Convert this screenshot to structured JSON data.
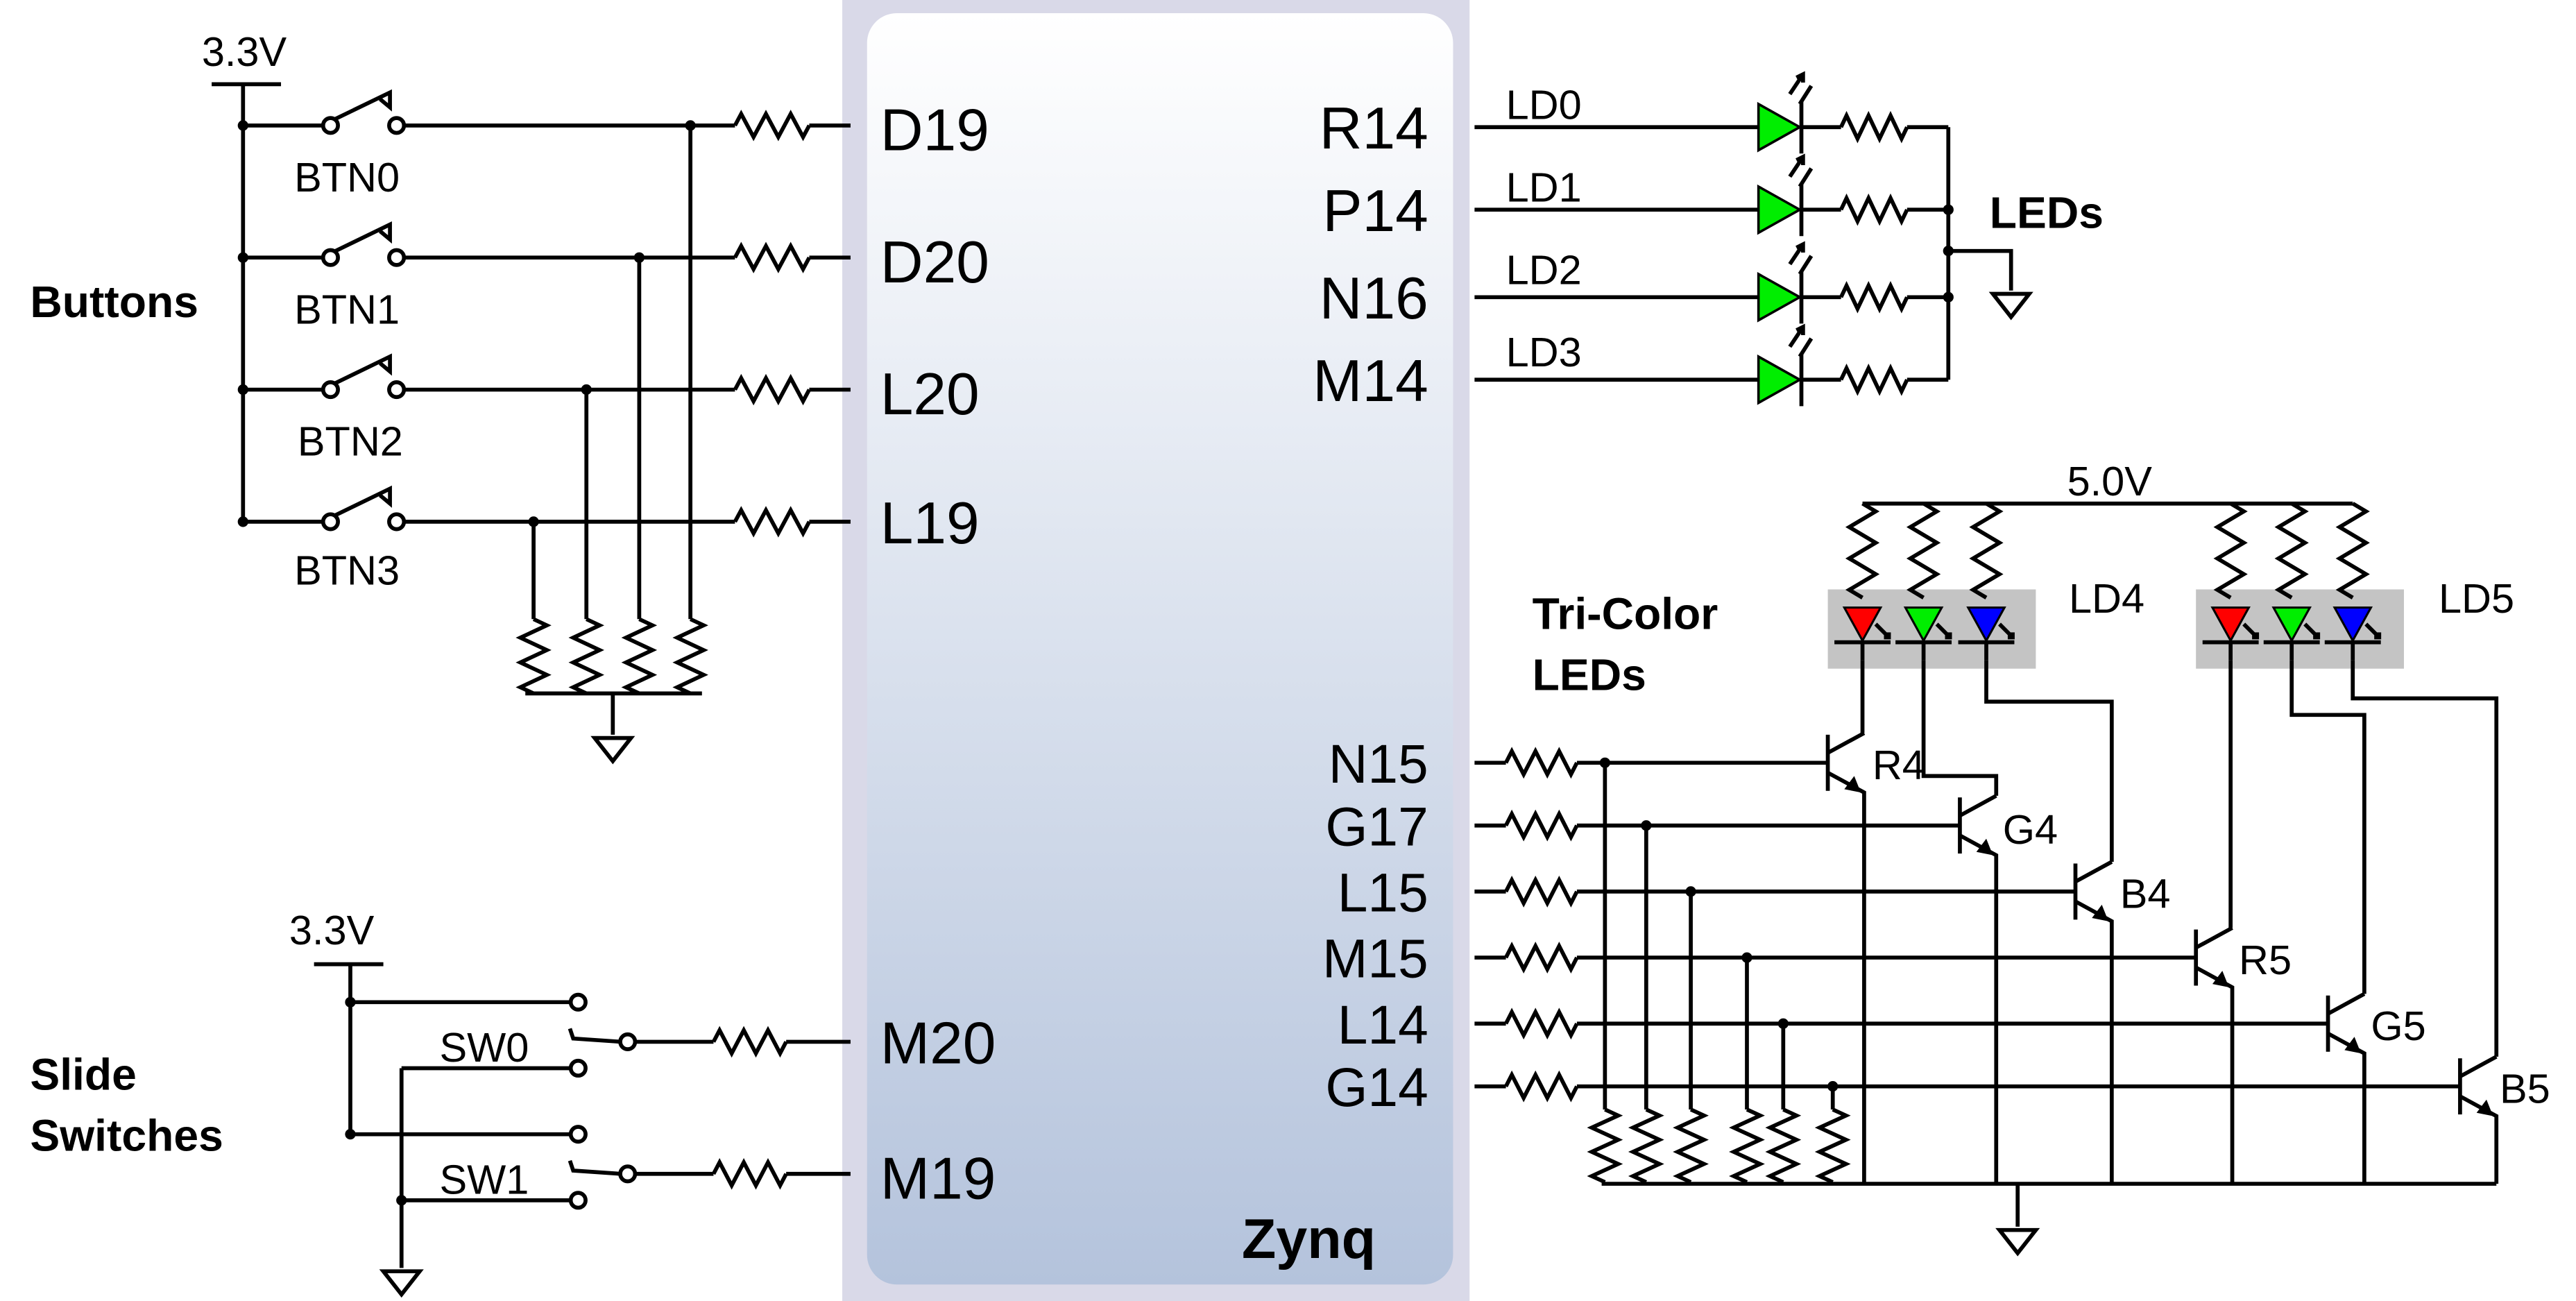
{
  "colors": {
    "led_green": "#00ee00",
    "led_red": "#ff0000",
    "led_blue": "#0000ff",
    "led_box": "#c4c4c4",
    "chip_outer": "#d9d9e8",
    "chip_top": "#ffffff",
    "chip_bottom": "#b4c3dc"
  },
  "chip": {
    "name": "Zynq"
  },
  "buttons": {
    "title": "Buttons",
    "supply": "3.3V",
    "items": [
      {
        "label": "BTN0",
        "pin": "D19"
      },
      {
        "label": "BTN1",
        "pin": "D20"
      },
      {
        "label": "BTN2",
        "pin": "L20"
      },
      {
        "label": "BTN3",
        "pin": "L19"
      }
    ]
  },
  "switches": {
    "title_line1": "Slide",
    "title_line2": "Switches",
    "supply": "3.3V",
    "items": [
      {
        "label": "SW0",
        "pin": "M20"
      },
      {
        "label": "SW1",
        "pin": "M19"
      }
    ]
  },
  "leds": {
    "title": "LEDs",
    "items": [
      {
        "label": "LD0",
        "pin": "R14"
      },
      {
        "label": "LD1",
        "pin": "P14"
      },
      {
        "label": "LD2",
        "pin": "N16"
      },
      {
        "label": "LD3",
        "pin": "M14"
      }
    ]
  },
  "tricolor": {
    "title_line1": "Tri-Color",
    "title_line2": "LEDs",
    "supply": "5.0V",
    "leds": [
      "LD4",
      "LD5"
    ],
    "channels": [
      {
        "pin": "N15",
        "transistor": "R4"
      },
      {
        "pin": "G17",
        "transistor": "G4"
      },
      {
        "pin": "L15",
        "transistor": "B4"
      },
      {
        "pin": "M15",
        "transistor": "R5"
      },
      {
        "pin": "L14",
        "transistor": "G5"
      },
      {
        "pin": "G14",
        "transistor": "B5"
      }
    ]
  }
}
